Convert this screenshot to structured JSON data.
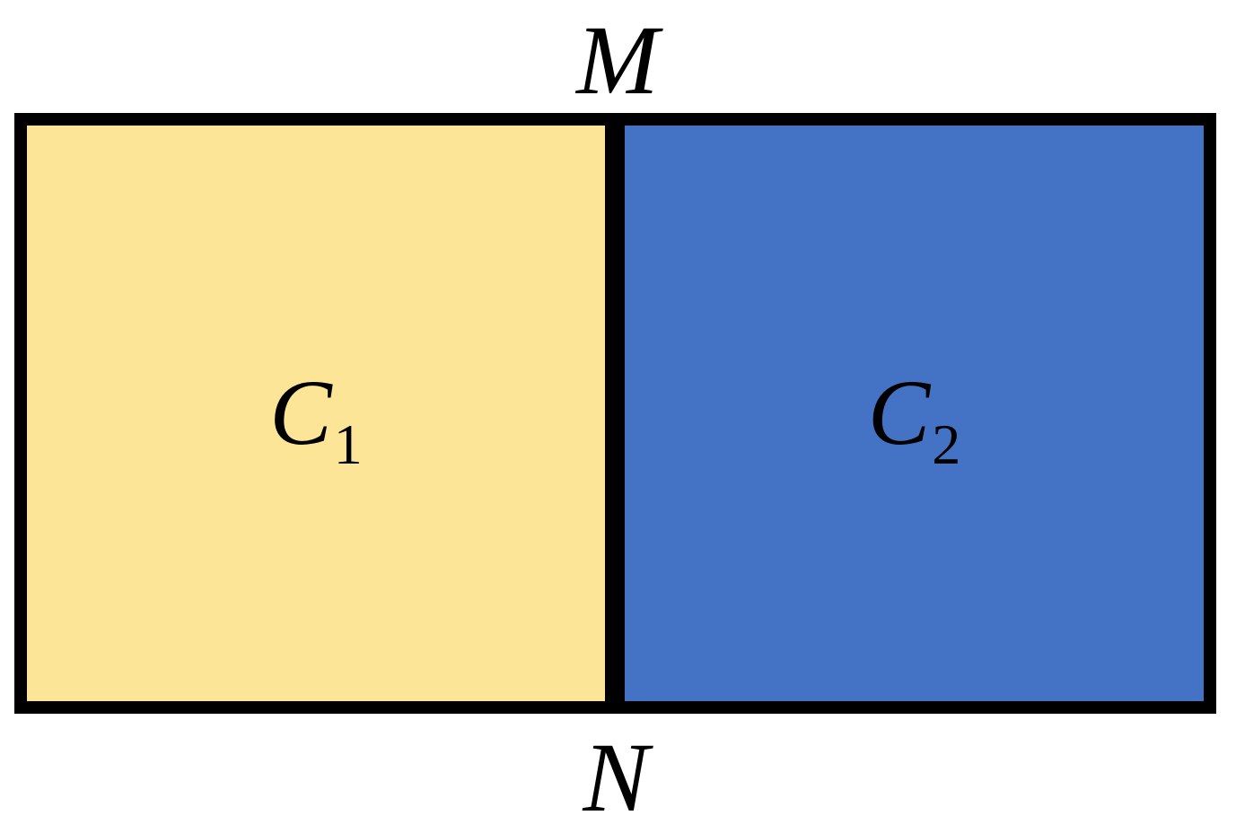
{
  "points": {
    "top": "M",
    "bottom": "N"
  },
  "regions": [
    {
      "letter": "C",
      "subscript": "1",
      "color": "#FDE598"
    },
    {
      "letter": "C",
      "subscript": "2",
      "color": "#4472C4"
    }
  ],
  "colors": {
    "border": "#000000",
    "background": "#FFFFFF"
  }
}
